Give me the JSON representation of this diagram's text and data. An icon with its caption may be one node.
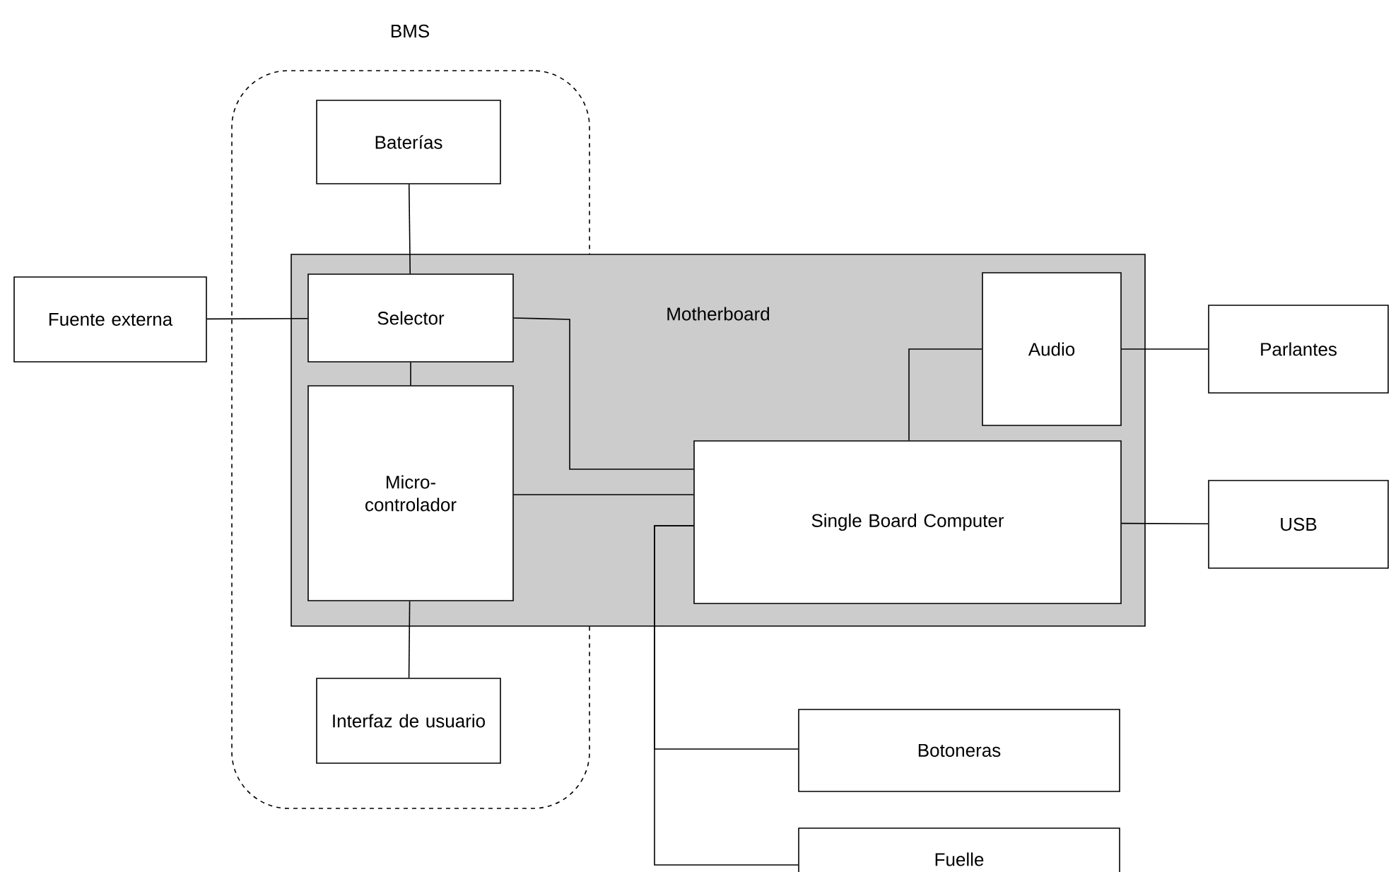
{
  "diagram": {
    "nodes": [
      {
        "text": [
          "BMS"
        ]
      },
      {
        "text": [
          "Motherboard"
        ]
      },
      {
        "text": [
          "Baterías"
        ],
        "in": 0
      },
      {
        "text": [
          "Fuente externa"
        ]
      },
      {
        "text": [
          "Selector"
        ]
      },
      {
        "text": [
          "Micro-controlador"
        ]
      },
      {
        "text": [
          "Audio"
        ],
        "in": 1
      },
      {
        "text": [
          "Parlantes"
        ]
      },
      {
        "text": [
          "Single Board Computer"
        ],
        "in": 1
      },
      {
        "text": [
          "USB"
        ]
      },
      {
        "text": [
          "Interfaz de usuario"
        ],
        "in": 0
      },
      {
        "text": [
          "Botoneras"
        ]
      },
      {
        "text": [
          "Fuelle"
        ]
      }
    ],
    "edges": [
      {
        "from": 2,
        "to": 4,
        "arrow": "none"
      },
      {
        "from": 3,
        "to": 4,
        "arrow": "none"
      },
      {
        "from": 4,
        "to": 5,
        "arrow": "none"
      },
      {
        "from": 4,
        "to": 8,
        "arrow": "none"
      },
      {
        "from": 5,
        "to": 8,
        "arrow": "none"
      },
      {
        "from": 8,
        "to": 6,
        "arrow": "none"
      },
      {
        "from": 6,
        "to": 7,
        "arrow": "none"
      },
      {
        "from": 8,
        "to": 9,
        "arrow": "none"
      },
      {
        "from": 5,
        "to": 10,
        "arrow": "none"
      },
      {
        "from": 8,
        "to": 11,
        "arrow": "none"
      },
      {
        "from": 8,
        "to": 12,
        "arrow": "none"
      }
    ]
  }
}
